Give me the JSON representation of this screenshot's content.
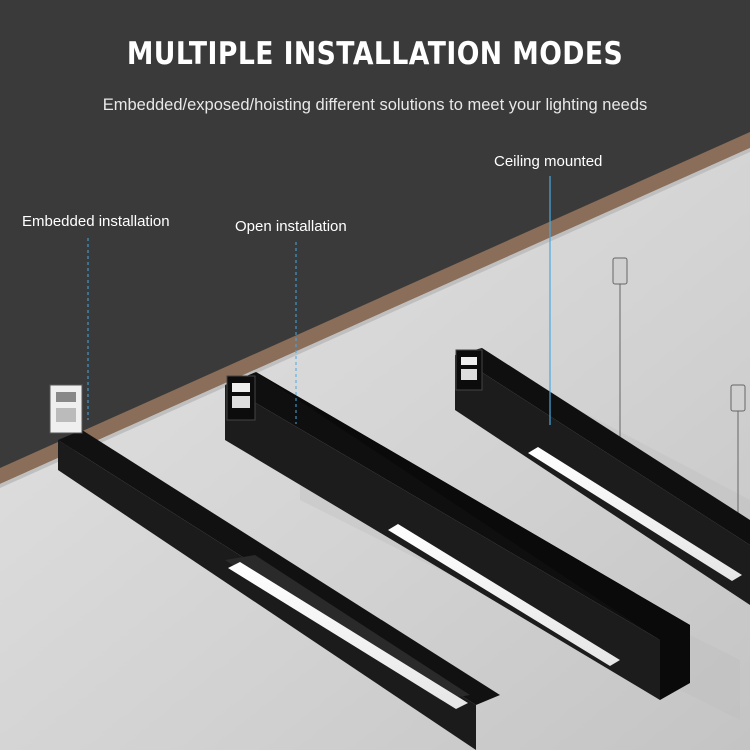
{
  "header": {
    "title": "MULTIPLE INSTALLATION MODES",
    "subtitle": "Embedded/exposed/hoisting different solutions to meet your lighting needs"
  },
  "labels": {
    "embedded": "Embedded installation",
    "open": "Open installation",
    "ceiling": "Ceiling mounted"
  },
  "colors": {
    "background": "#3a3a3a",
    "ceiling": "#d9d9d9",
    "wood_edge": "#8a6e5a",
    "fixture": "#141414",
    "leader_line": "#4aa8e0"
  }
}
